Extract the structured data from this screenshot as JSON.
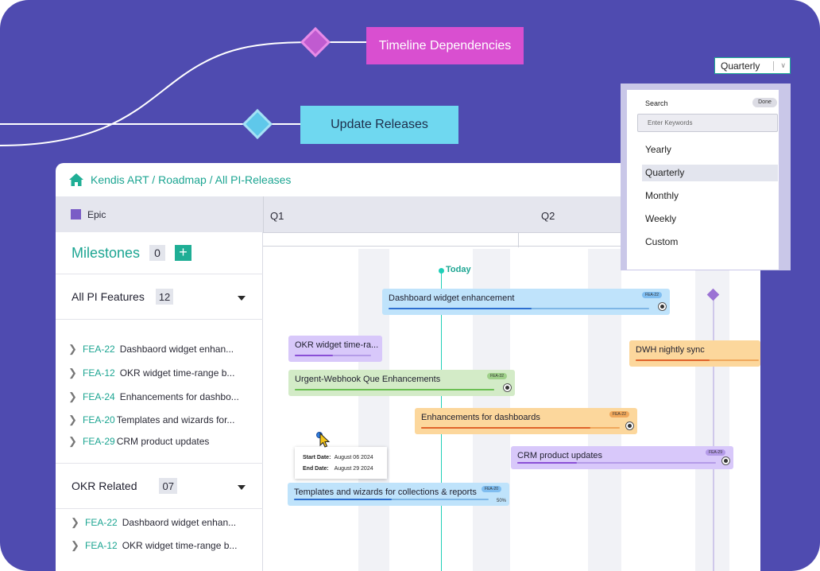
{
  "callouts": {
    "dependencies": "Timeline Dependencies",
    "releases": "Update Releases"
  },
  "breadcrumb": "Kendis ART / Roadmap / All PI-Releases",
  "legend": {
    "epic": "Epic"
  },
  "milestones": {
    "title": "Milestones",
    "count": "0",
    "add": "+"
  },
  "groups": [
    {
      "title": "All PI Features",
      "count": "12"
    },
    {
      "title": "OKR Related",
      "count": "07"
    }
  ],
  "features_all": [
    {
      "id": "FEA-22",
      "name": "Dashbaord widget enhan..."
    },
    {
      "id": "FEA-12",
      "name": "OKR widget time-range b..."
    },
    {
      "id": "FEA-24",
      "name": "Enhancements for dashbo..."
    },
    {
      "id": "FEA-20",
      "name": "Templates and wizards for..."
    },
    {
      "id": "FEA-29",
      "name": "CRM product updates"
    }
  ],
  "features_okr": [
    {
      "id": "FEA-22",
      "name": "Dashbaord widget enhan..."
    },
    {
      "id": "FEA-12",
      "name": "OKR widget time-range b..."
    }
  ],
  "timeline": {
    "quarters": [
      "Q1",
      "Q2"
    ],
    "today": "Today"
  },
  "bars": [
    {
      "name": "Dashboard widget enhancement",
      "tag": "FEA-22",
      "color": "#bfe3fb",
      "prog": "#7fb7e6",
      "fill": "#2d6fd0",
      "progress": 0.55
    },
    {
      "name": "OKR widget time-ra...",
      "color": "#d8c8fa",
      "prog": "#b49be8",
      "fill": "#8a4fd6",
      "progress": 0.5
    },
    {
      "name": "DWH nightly sync",
      "color": "#fcd79c",
      "prog": "#f0a85c",
      "fill": "#e0632a",
      "progress": 0.6
    },
    {
      "name": "Urgent-Webhook Que Enhancements",
      "tag": "FEA-32",
      "color": "#d3ebc7",
      "prog": "#9fd08a",
      "fill": "#6bbf52",
      "progress": 1.0
    },
    {
      "name": "Enhancements for dashboards",
      "tag": "FEA-22",
      "color": "#fcd79c",
      "prog": "#f0a85c",
      "fill": "#e0632a",
      "progress": 0.85
    },
    {
      "name": "CRM product updates",
      "tag": "FEA-29",
      "color": "#d8c8fa",
      "prog": "#b49be8",
      "fill": "#8a4fd6",
      "progress": 0.3
    },
    {
      "name": "Templates and wizards for collections & reports",
      "tag": "FEA-20",
      "color": "#bfe3fb",
      "prog": "#7fb7e6",
      "fill": "#2d6fd0",
      "progress": 0.5,
      "pct": "50%"
    }
  ],
  "tooltip": {
    "start_label": "Start Date:",
    "start_value": "August 06 2024",
    "end_label": "End Date:",
    "end_value": "August 29 2024"
  },
  "period_select": {
    "value": "Quarterly",
    "search_label": "Search",
    "done": "Done",
    "placeholder": "Enter Keywords",
    "options": [
      "Yearly",
      "Quarterly",
      "Monthly",
      "Weekly",
      "Custom"
    ],
    "selected": "Quarterly"
  }
}
